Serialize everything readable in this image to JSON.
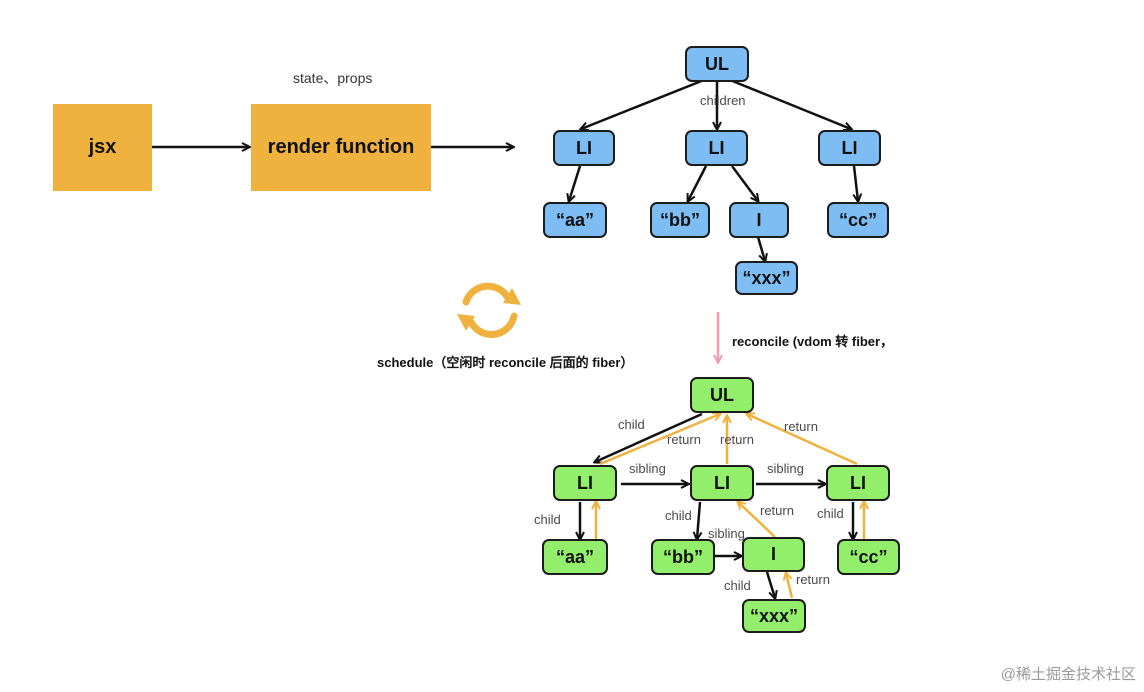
{
  "top": {
    "jsx": "jsx",
    "render_function": "render function",
    "render_note": "state、props"
  },
  "vdom": {
    "ul": "UL",
    "children_label": "children",
    "li": "LI",
    "aa": "“aa”",
    "bb": "“bb”",
    "i": "I",
    "xxx": "“xxx”",
    "cc": "“cc”"
  },
  "schedule_label": "schedule（空闲时 reconcile 后面的 fiber）",
  "reconcile_label": "reconcile (vdom 转 fiber，",
  "fiber": {
    "ul": "UL",
    "li": "LI",
    "aa": "“aa”",
    "bb": "“bb”",
    "i": "I",
    "xxx": "“xxx”",
    "cc": "“cc”",
    "child": "child",
    "return": "return",
    "sibling": "sibling"
  },
  "colors": {
    "orange": "#f0b23f",
    "blue": "#7dbdf3",
    "green": "#93ee6c",
    "return_arrow": "#f0b23f",
    "reconcile_arrow": "#ef9db3"
  },
  "watermark": "@稀土掘金技术社区"
}
